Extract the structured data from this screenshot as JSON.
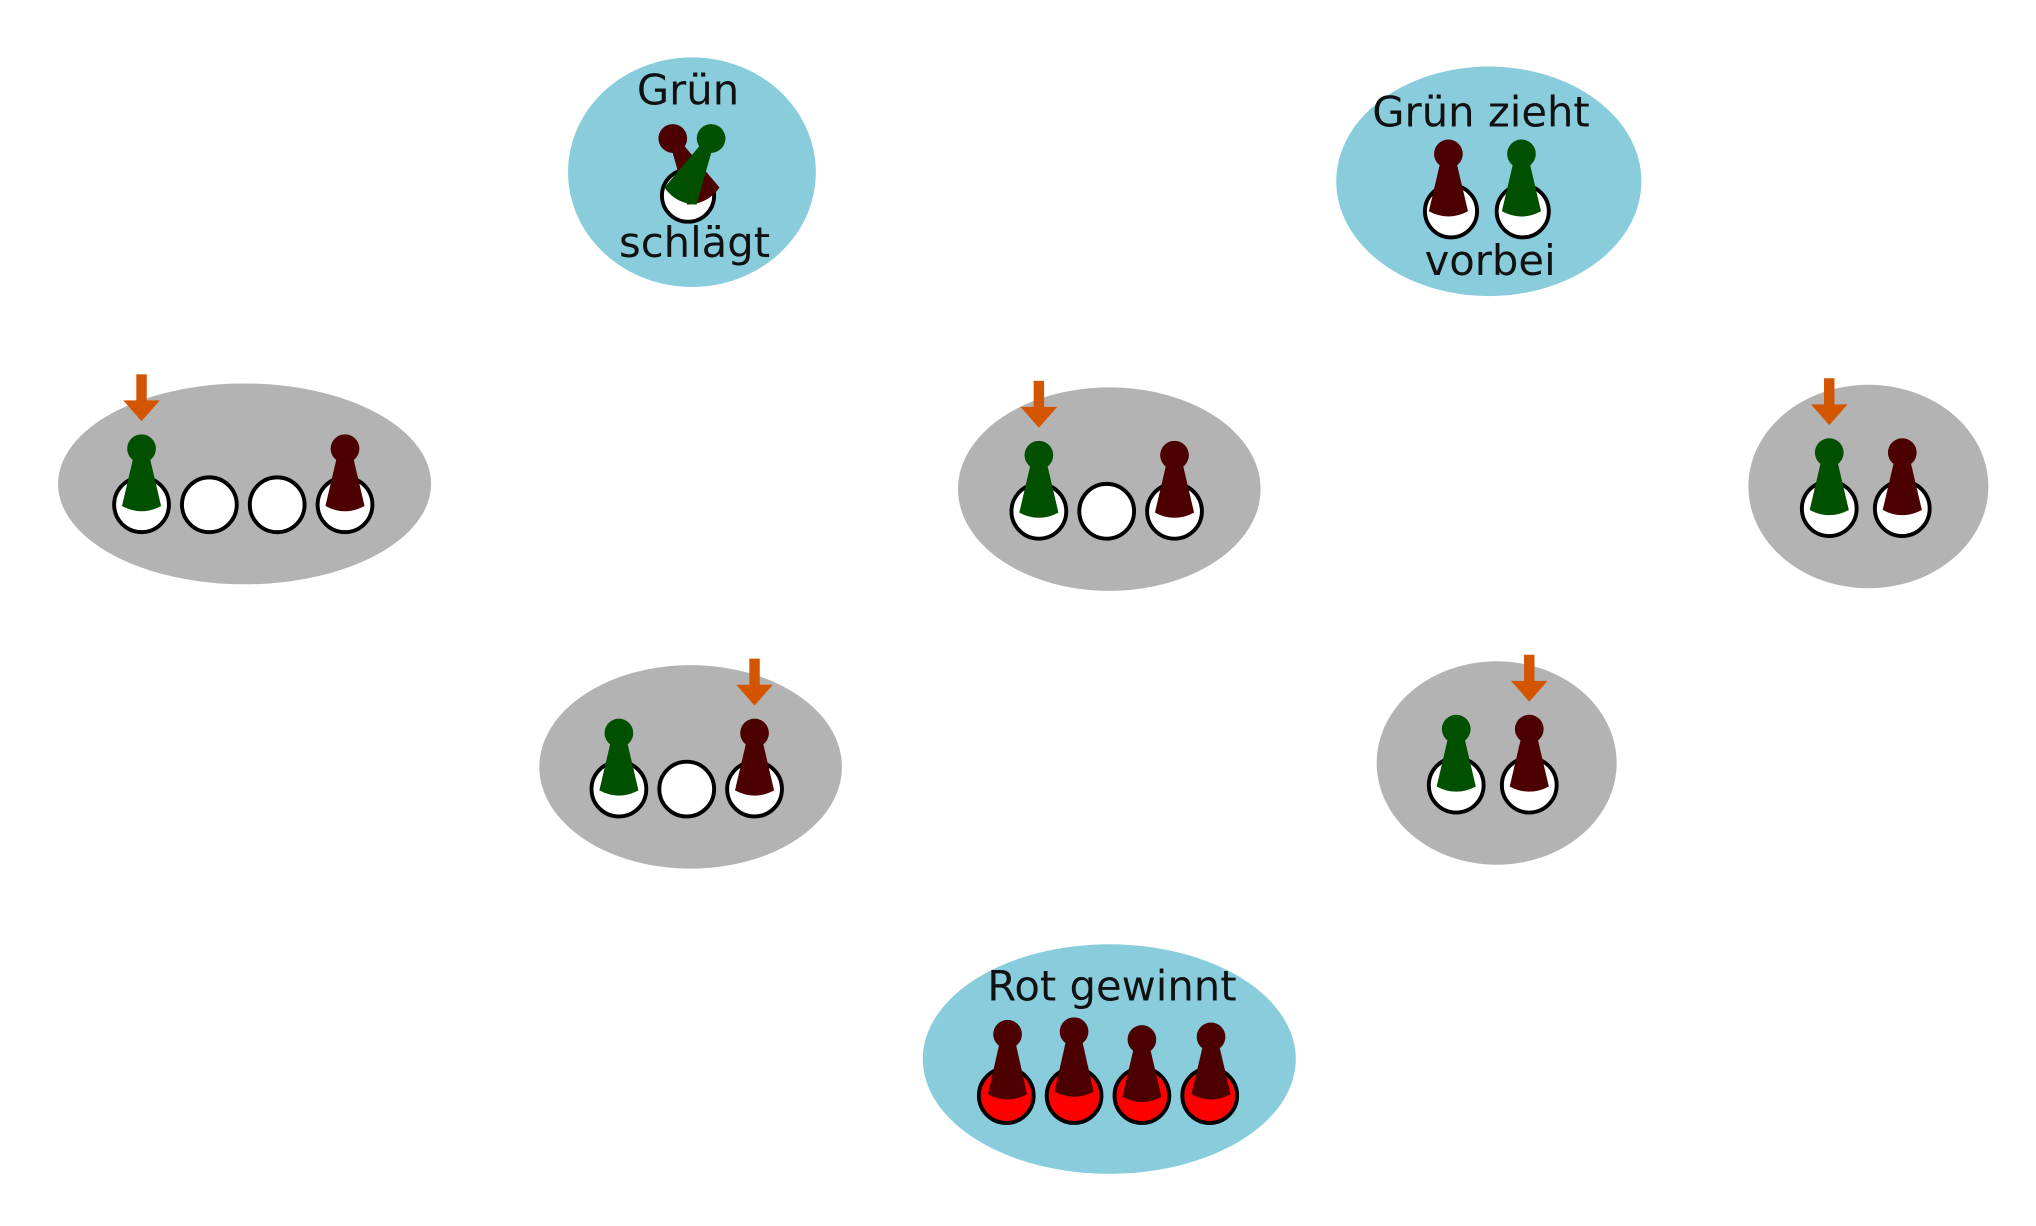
{
  "colors": {
    "state_fill": "#b3b3b3",
    "outcome_fill": "#89cddd",
    "green_piece": "#005000",
    "red_piece": "#4d0000",
    "field": "#ffffff",
    "goal_field": "#ff0000",
    "arrow": "#d45500",
    "stroke": "#000000"
  },
  "states": [
    {
      "id": "state-a",
      "fields": [
        "green",
        "empty",
        "empty",
        "red"
      ],
      "arrow_field": 0
    },
    {
      "id": "state-b",
      "fields": [
        "green",
        "empty",
        "red"
      ],
      "arrow_field": 0
    },
    {
      "id": "state-c",
      "fields": [
        "green",
        "red"
      ],
      "arrow_field": 0
    },
    {
      "id": "state-d",
      "fields": [
        "green",
        "empty",
        "red"
      ],
      "arrow_field": 2
    },
    {
      "id": "state-e",
      "fields": [
        "green",
        "red"
      ],
      "arrow_field": 1
    }
  ],
  "outcomes": {
    "green_captures": {
      "top_label": "Grün",
      "bottom_label": "schlägt"
    },
    "green_passes": {
      "top_label": "Grün zieht",
      "bottom_label": "vorbei"
    },
    "red_wins": {
      "label": "Rot gewinnt"
    }
  }
}
